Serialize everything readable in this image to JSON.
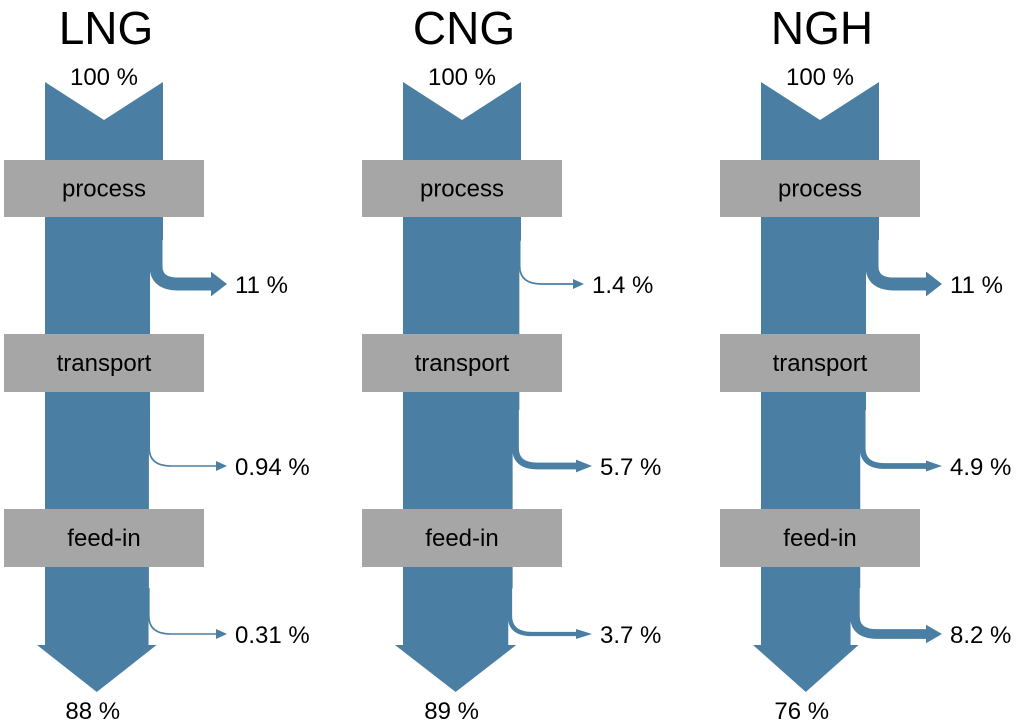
{
  "colors": {
    "flow": "#4a7fa3",
    "stage_box": "#a6a6a6",
    "text": "#000000",
    "background": "#ffffff"
  },
  "stage_labels": [
    "process",
    "transport",
    "feed-in"
  ],
  "columns": [
    {
      "title": "LNG",
      "input_label": "100 %",
      "input_value": 100,
      "output_label": "88 %",
      "output_value": 88,
      "losses": [
        {
          "stage": "process",
          "label": "11 %",
          "value": 11
        },
        {
          "stage": "transport",
          "label": "0.94 %",
          "value": 0.94
        },
        {
          "stage": "feed-in",
          "label": "0.31 %",
          "value": 0.31
        }
      ]
    },
    {
      "title": "CNG",
      "input_label": "100 %",
      "input_value": 100,
      "output_label": "89 %",
      "output_value": 89,
      "losses": [
        {
          "stage": "process",
          "label": "1.4 %",
          "value": 1.4
        },
        {
          "stage": "transport",
          "label": "5.7 %",
          "value": 5.7
        },
        {
          "stage": "feed-in",
          "label": "3.7 %",
          "value": 3.7
        }
      ]
    },
    {
      "title": "NGH",
      "input_label": "100 %",
      "input_value": 100,
      "output_label": "76 %",
      "output_value": 76,
      "losses": [
        {
          "stage": "process",
          "label": "11 %",
          "value": 11
        },
        {
          "stage": "transport",
          "label": "4.9 %",
          "value": 4.9
        },
        {
          "stage": "feed-in",
          "label": "8.2 %",
          "value": 8.2
        }
      ]
    }
  ]
}
